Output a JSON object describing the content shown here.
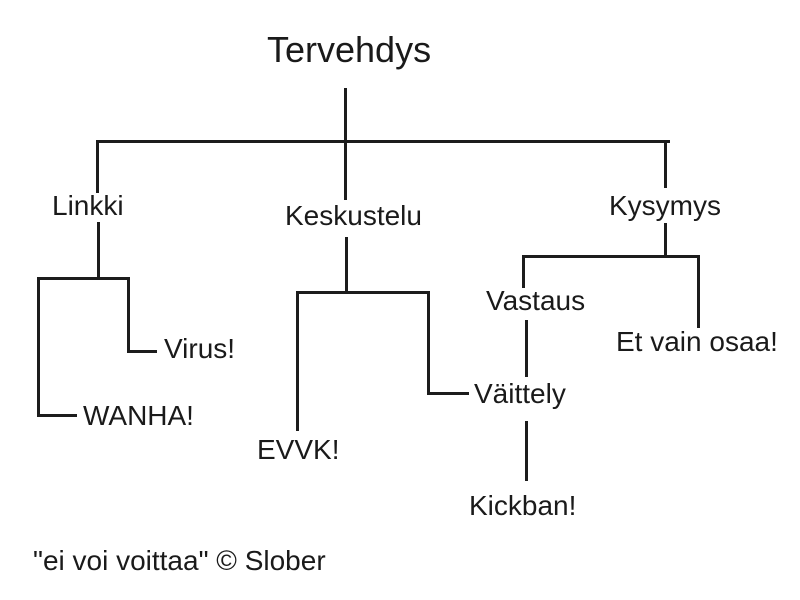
{
  "colors": {
    "background": "#ffffff",
    "line": "#1c1c1c",
    "text": "#1a1a1a"
  },
  "labels": {
    "tervehdys": "Tervehdys",
    "linkki": "Linkki",
    "keskustelu": "Keskustelu",
    "kysymys": "Kysymys",
    "virus": "Virus!",
    "wanha": "WANHA!",
    "evvk": "EVVK!",
    "vaittely": "Väittely",
    "vastaus": "Vastaus",
    "et_vain_osaa": "Et vain osaa!",
    "kickban": "Kickban!"
  },
  "caption": "\"ei voi voittaa\" © Slober",
  "hierarchy": {
    "root": "Tervehdys",
    "children": [
      {
        "label": "Linkki",
        "children": [
          {
            "label": "Virus!"
          },
          {
            "label": "WANHA!"
          }
        ]
      },
      {
        "label": "Keskustelu",
        "children": [
          {
            "label": "EVVK!"
          },
          {
            "label": "Väittely"
          }
        ]
      },
      {
        "label": "Kysymys",
        "children": [
          {
            "label": "Vastaus",
            "children": [
              {
                "label": "Väittely"
              }
            ]
          },
          {
            "label": "Et vain osaa!"
          }
        ]
      }
    ],
    "merge_note": "Väittely leads to Kickban!"
  }
}
